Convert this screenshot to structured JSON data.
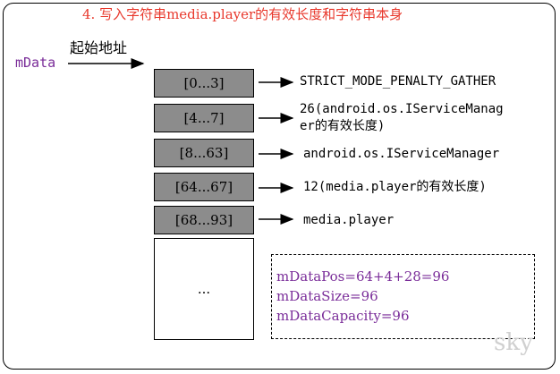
{
  "title": "4. 写入字符串media.player的有效长度和字符串本身",
  "start_address_label": "起始地址",
  "mdata_label": "mData",
  "cells": [
    {
      "range": "[0...3]",
      "description": "STRICT_MODE_PENALTY_GATHER"
    },
    {
      "range": "[4...7]",
      "description": "26(android.os.IServiceManag\ner的有效长度)"
    },
    {
      "range": "[8...63]",
      "description": "android.os.IServiceManager"
    },
    {
      "range": "[64...67]",
      "description": "12(media.player的有效长度)"
    },
    {
      "range": "[68...93]",
      "description": "media.player"
    }
  ],
  "ellipsis": "...",
  "info": {
    "pos": "mDataPos=64+4+28=96",
    "size": "mDataSize=96",
    "capacity": "mDataCapacity=96"
  },
  "watermark": "sky"
}
